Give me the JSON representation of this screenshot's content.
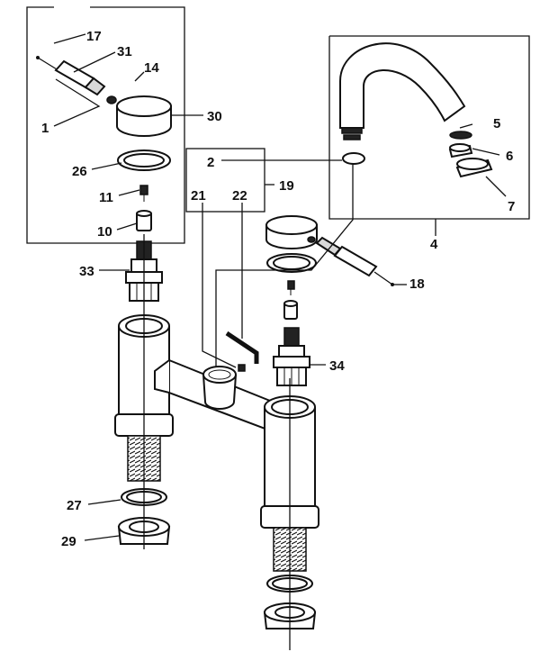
{
  "labels": {
    "p17": "17",
    "p31": "31",
    "p14": "14",
    "p1": "1",
    "p30": "30",
    "p26": "26",
    "p11": "11",
    "p10": "10",
    "p33": "33",
    "p2": "2",
    "p19": "19",
    "p21": "21",
    "p22": "22",
    "p5": "5",
    "p6": "6",
    "p7": "7",
    "p4": "4",
    "p18": "18",
    "p34": "34",
    "p27": "27",
    "p29": "29"
  }
}
